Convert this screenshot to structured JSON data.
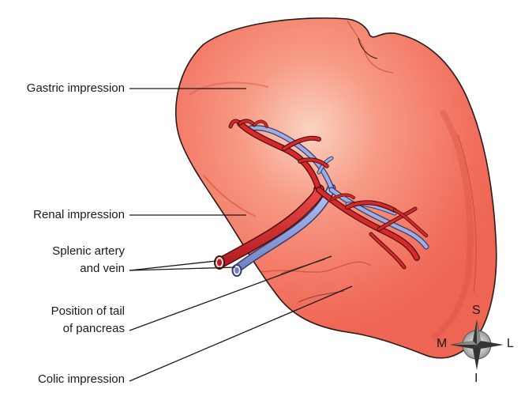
{
  "labels": {
    "gastric": "Gastric impression",
    "renal": "Renal impression",
    "splenic_line1": "Splenic artery",
    "splenic_line2": "and vein",
    "tail_line1": "Position of tail",
    "tail_line2": "of pancreas",
    "colic": "Colic impression"
  },
  "compass": {
    "superior": "S",
    "inferior": "I",
    "medial": "M",
    "lateral": "L"
  },
  "colors": {
    "organ_fill": "#f47a6a",
    "organ_highlight": "#f9c3b0",
    "organ_outline": "#2a1a18",
    "artery": "#d8282a",
    "vein": "#8fa0d8",
    "leader_line": "#1a1a1a"
  }
}
